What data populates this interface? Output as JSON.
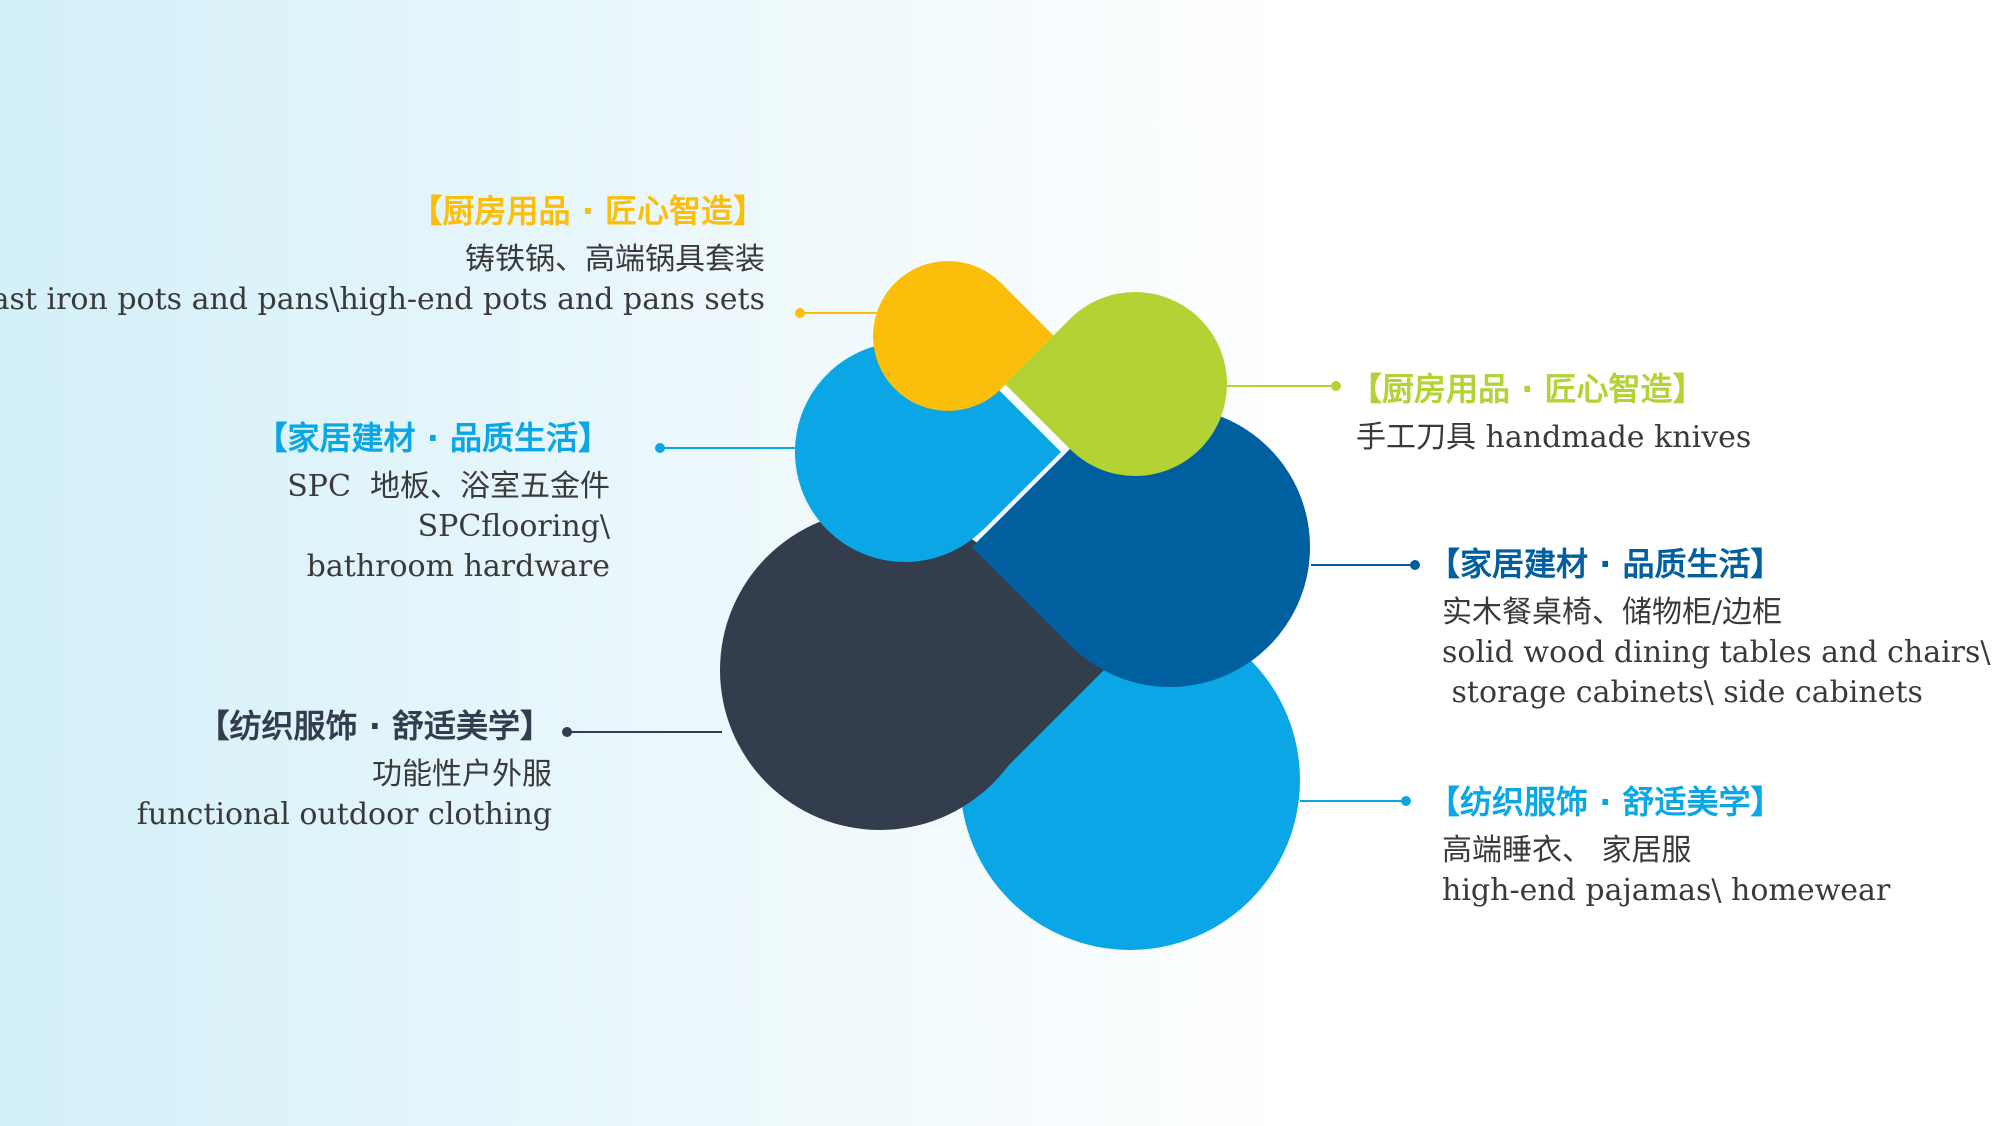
{
  "colors": {
    "yellow": "#fbbe0b",
    "lime": "#b3d334",
    "sky": "#0ba6e6",
    "navy": "#005f9e",
    "charcoal": "#333d4e",
    "text": "#3a3a3a"
  },
  "labels": {
    "kitchen_cookware": {
      "title": "【厨房用品 · 匠心智造】",
      "line1": "铸铁锅、高端锅具套装",
      "line2": "Cast iron pots and pans\\high-end pots and pans sets"
    },
    "building_flooring": {
      "title": "【家居建材 · 品质生活】",
      "line1": "SPC  地板、浴室五金件",
      "line2": "SPCflooring\\",
      "line3": "bathroom hardware"
    },
    "textile_outdoor": {
      "title": "【纺织服饰 · 舒适美学】",
      "line1": "功能性户外服",
      "line2": "functional outdoor clothing"
    },
    "kitchen_knives": {
      "title": "【厨房用品 · 匠心智造】",
      "line1": "手工刀具 handmade knives"
    },
    "building_furniture": {
      "title": "【家居建材 · 品质生活】",
      "line1": "实木餐桌椅、储物柜/边柜",
      "line2": "solid wood dining tables and chairs\\",
      "line3": " storage cabinets\\ side cabinets"
    },
    "textile_pajamas": {
      "title": "【纺织服饰 · 舒适美学】",
      "line1": "高端睡衣、 家居服",
      "line2": "high-end pajamas\\ homewear"
    }
  }
}
